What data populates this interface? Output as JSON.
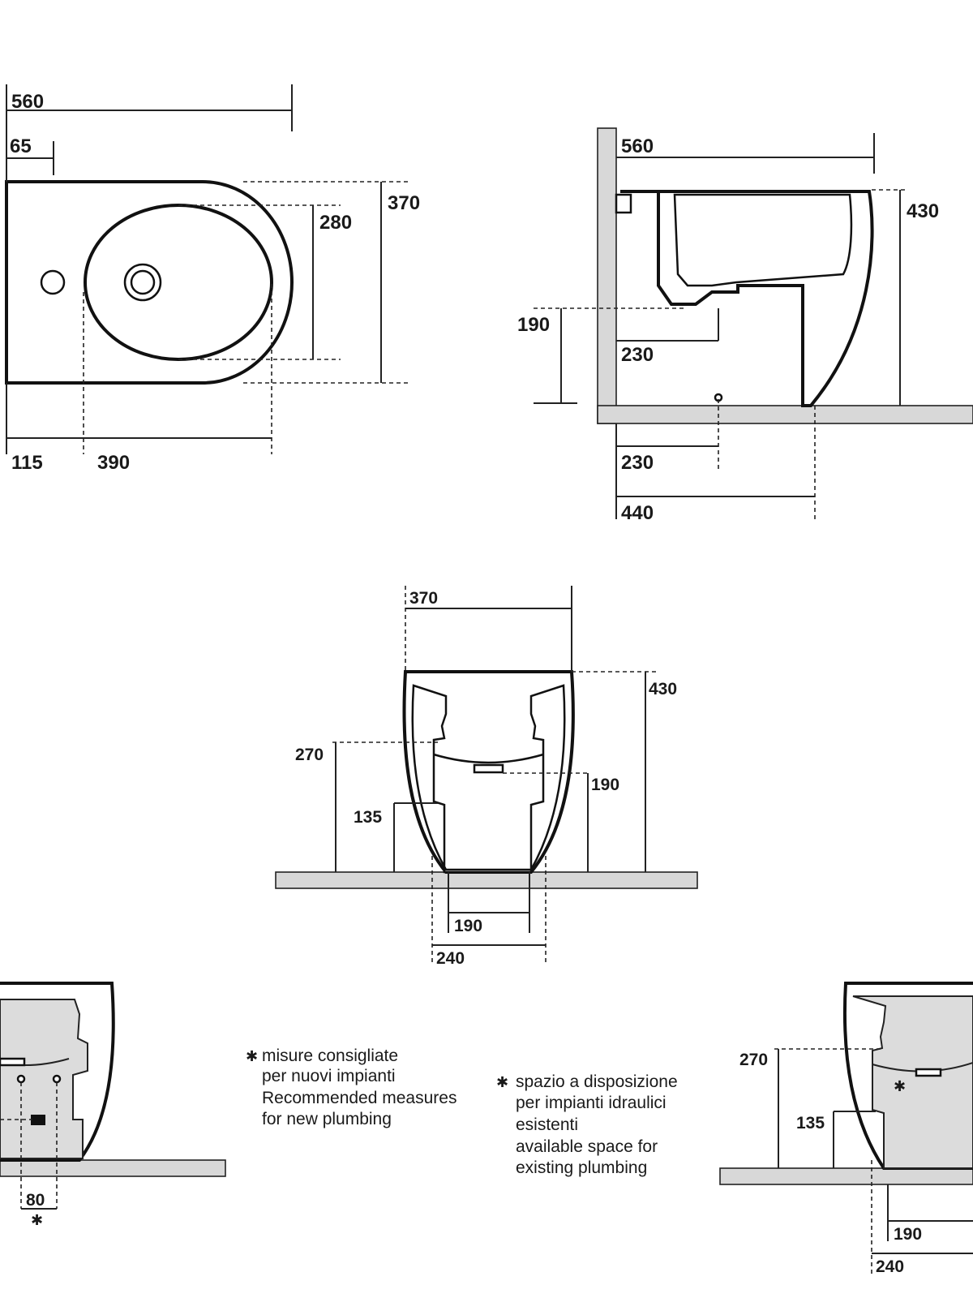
{
  "top_view": {
    "labels": {
      "overall_length": "560",
      "tap_offset": "65",
      "overall_width": "370",
      "bowl_width": "280",
      "rear_offset": "115",
      "bowl_length": "390"
    }
  },
  "side_view": {
    "labels": {
      "length": "560",
      "height": "430",
      "drain_height": "190",
      "drain_offset": "230",
      "floor_drain_offset": "230",
      "base_depth": "440"
    }
  },
  "front_view": {
    "labels": {
      "width": "370",
      "height": "430",
      "inlet_height": "270",
      "outlet_low": "135",
      "outlet_high": "190",
      "base_inner": "190",
      "base_outer": "240"
    }
  },
  "back_view_left": {
    "labels": {
      "spacing": "80"
    }
  },
  "back_view_right": {
    "labels": {
      "inlet_height": "270",
      "outlet_low": "135",
      "base_inner": "190",
      "base_outer": "240"
    }
  },
  "notes": {
    "recommended": {
      "symbol": "✱",
      "lines": [
        "misure consigliate",
        "per nuovi impianti",
        "Recommended measures",
        "for new plumbing"
      ]
    },
    "available": {
      "symbol": "✱",
      "lines": [
        "spazio a disposizione",
        "per impianti idraulici",
        "esistenti",
        "available space for",
        "existing plumbing"
      ]
    }
  }
}
